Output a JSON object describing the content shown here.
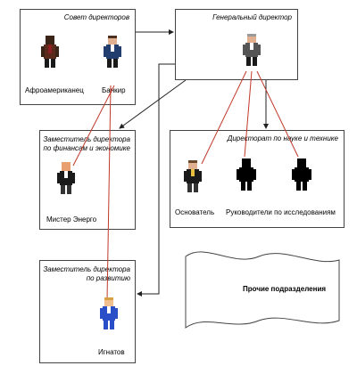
{
  "board": {
    "title": "Совет директоров",
    "member_1": "Афроамериканец",
    "member_2": "Банкир"
  },
  "ceo": {
    "title": "Генеральный директор"
  },
  "finance": {
    "title_line1": "Заместитель директора",
    "title_line2": "по финансам и экономике",
    "member": "Мистер Энерго"
  },
  "science": {
    "title": "Директорат по науке и технике",
    "founder": "Основатель",
    "research_heads": "Руководители по исследованиям"
  },
  "development": {
    "title_line1": "Заместитель директора",
    "title_line2": "по развитию",
    "member": "Игнатов"
  },
  "other": {
    "label": "Прочие подразделения"
  },
  "colors": {
    "red_link": "#c0392b",
    "arrow": "#222222",
    "box_border": "#444444"
  }
}
